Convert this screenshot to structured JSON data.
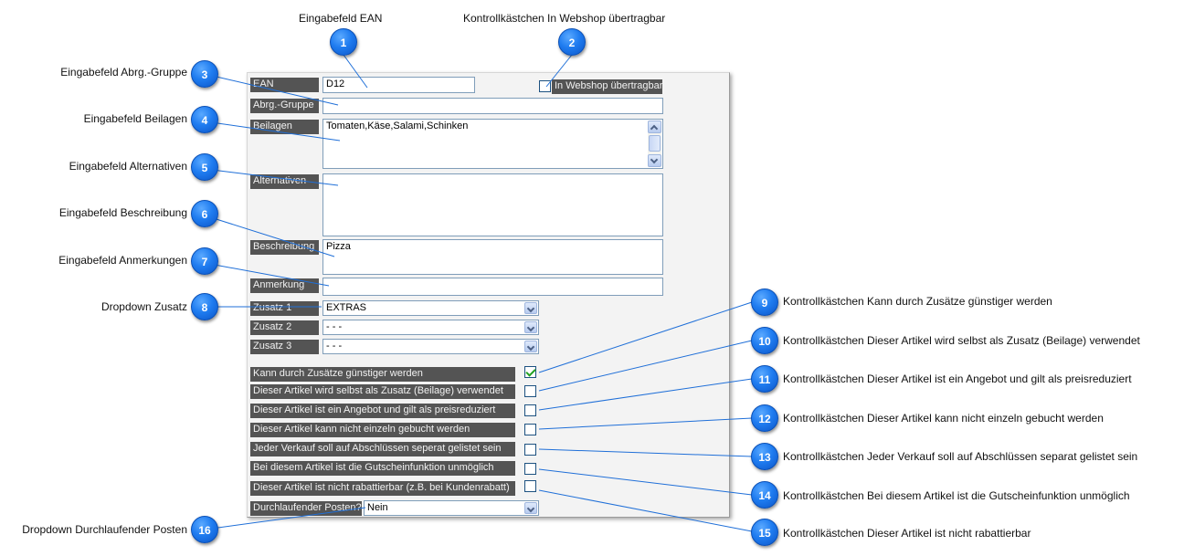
{
  "annotations": {
    "a1": {
      "num": "1",
      "text": "Eingabefeld EAN"
    },
    "a2": {
      "num": "2",
      "text": "Kontrollkästchen In Webshop übertragbar"
    },
    "a3": {
      "num": "3",
      "text": "Eingabefeld Abrg.-Gruppe"
    },
    "a4": {
      "num": "4",
      "text": "Eingabefeld Beilagen"
    },
    "a5": {
      "num": "5",
      "text": "Eingabefeld Alternativen"
    },
    "a6": {
      "num": "6",
      "text": "Eingabefeld Beschreibung"
    },
    "a7": {
      "num": "7",
      "text": "Eingabefeld Anmerkungen"
    },
    "a8": {
      "num": "8",
      "text": "Dropdown Zusatz"
    },
    "a9": {
      "num": "9",
      "text": "Kontrollkästchen Kann durch Zusätze günstiger werden"
    },
    "a10": {
      "num": "10",
      "text": "Kontrollkästchen Dieser Artikel wird selbst als Zusatz (Beilage) verwendet"
    },
    "a11": {
      "num": "11",
      "text": "Kontrollkästchen Dieser Artikel ist ein Angebot und gilt als preisreduziert"
    },
    "a12": {
      "num": "12",
      "text": "Kontrollkästchen Dieser Artikel kann nicht einzeln gebucht werden"
    },
    "a13": {
      "num": "13",
      "text": "Kontrollkästchen Jeder Verkauf soll auf Abschlüssen separat gelistet sein"
    },
    "a14": {
      "num": "14",
      "text": "Kontrollkästchen Bei diesem Artikel ist die Gutscheinfunktion unmöglich"
    },
    "a15": {
      "num": "15",
      "text": "Kontrollkästchen Dieser Artikel ist nicht rabattierbar"
    },
    "a16": {
      "num": "16",
      "text": "Dropdown Durchlaufender Posten"
    }
  },
  "form": {
    "ean": {
      "label": "EAN",
      "value": "D12"
    },
    "webshop": {
      "label": "In Webshop übertragbar",
      "checked": false
    },
    "abrg": {
      "label": "Abrg.-Gruppe",
      "value": ""
    },
    "beilagen": {
      "label": "Beilagen",
      "value": "Tomaten,Käse,Salami,Schinken"
    },
    "alternativen": {
      "label": "Alternativen",
      "value": ""
    },
    "beschreibung": {
      "label": "Beschreibung",
      "value": "Pizza"
    },
    "anmerkung": {
      "label": "Anmerkung",
      "value": ""
    },
    "zusatz1": {
      "label": "Zusatz 1",
      "value": "EXTRAS"
    },
    "zusatz2": {
      "label": "Zusatz 2",
      "value": "- - -"
    },
    "zusatz3": {
      "label": "Zusatz 3",
      "value": "- - -"
    },
    "checks": [
      {
        "label": "Kann durch Zusätze günstiger werden",
        "checked": true
      },
      {
        "label": "Dieser Artikel wird selbst als Zusatz (Beilage) verwendet",
        "checked": false
      },
      {
        "label": "Dieser Artikel ist ein Angebot und gilt als preisreduziert",
        "checked": false
      },
      {
        "label": "Dieser Artikel kann nicht einzeln gebucht werden",
        "checked": false
      },
      {
        "label": "Jeder Verkauf soll auf Abschlüssen seperat gelistet sein",
        "checked": false
      },
      {
        "label": "Bei diesem Artikel ist die Gutscheinfunktion unmöglich",
        "checked": false
      },
      {
        "label": "Dieser Artikel ist nicht rabattierbar (z.B. bei Kundenrabatt)",
        "checked": false
      }
    ],
    "durchlaufend": {
      "label": "Durchlaufender Posten?",
      "value": "Nein"
    }
  },
  "colors": {
    "badge": "#1f7cf0",
    "label_bg": "#545454",
    "check": "#21a121"
  }
}
